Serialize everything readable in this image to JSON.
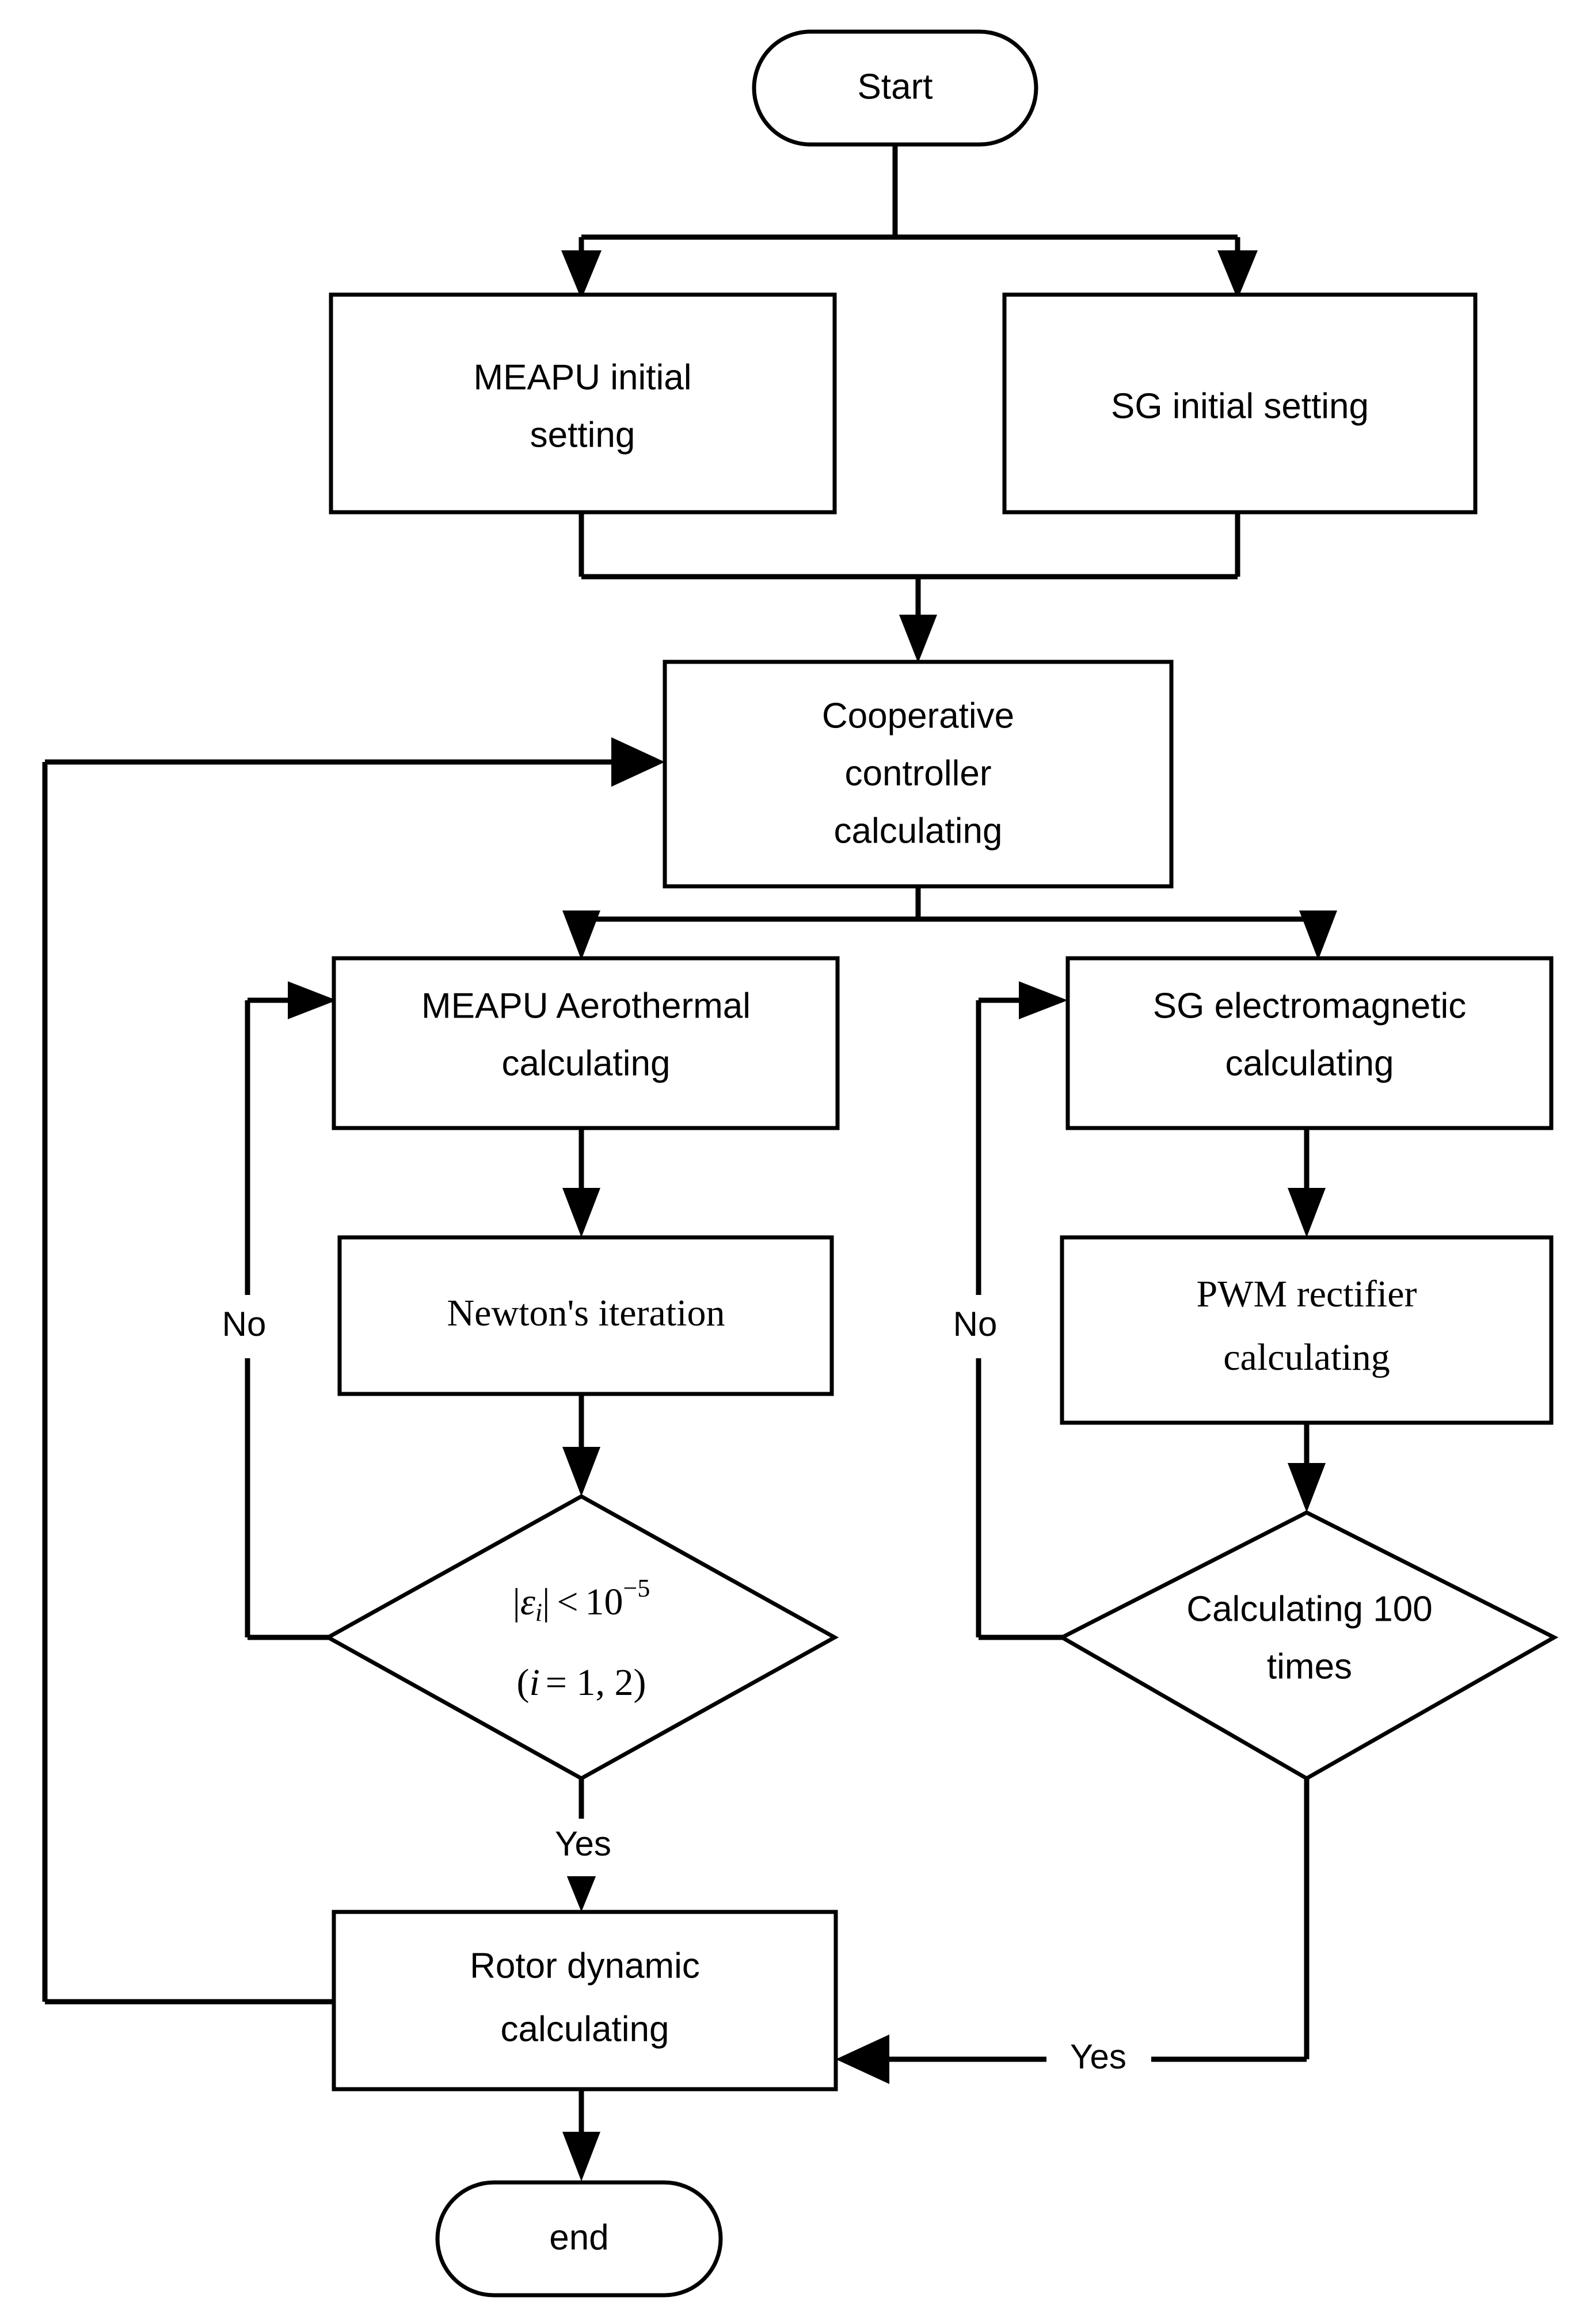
{
  "diagram": {
    "type": "flowchart",
    "title": "MEAPU / SG cooperative simulation flowchart",
    "orientation": "top-to-bottom",
    "colors": {
      "stroke": "#000000",
      "fill": "#ffffff",
      "background": "#ffffff"
    }
  },
  "nodes": {
    "start": {
      "label": "Start",
      "shape": "terminator"
    },
    "meapu_initial": {
      "label_line1": "MEAPU initial",
      "label_line2": "setting",
      "shape": "process"
    },
    "sg_initial": {
      "label": "SG initial setting",
      "shape": "process"
    },
    "cooperative": {
      "label_line1": "Cooperative",
      "label_line2": "controller",
      "label_line3": "calculating",
      "shape": "process"
    },
    "meapu_aero": {
      "label_line1": "MEAPU Aerothermal",
      "label_line2": "calculating",
      "shape": "process"
    },
    "sg_em": {
      "label_line1": "SG electromagnetic",
      "label_line2": "calculating",
      "shape": "process"
    },
    "newton": {
      "label": "Newton's iteration",
      "shape": "process"
    },
    "pwm": {
      "label_line1": "PWM rectifier",
      "label_line2": "calculating",
      "shape": "process"
    },
    "epsilon_check": {
      "shape": "decision",
      "condition_abs_open": "|",
      "condition_eps": "ε",
      "condition_sub": "i",
      "condition_abs_close": "|",
      "condition_lt": "<",
      "condition_base": "10",
      "condition_exp": "−5",
      "condition_line2": "(i = 1, 2)",
      "condition_line2_open": "(",
      "condition_line2_var": "i",
      "condition_line2_eq": "= 1, 2",
      "condition_line2_close": ")"
    },
    "count_check": {
      "label_line1": "Calculating 100",
      "label_line2": "times",
      "shape": "decision"
    },
    "rotor": {
      "label_line1": "Rotor dynamic",
      "label_line2": "calculating",
      "shape": "process"
    },
    "end": {
      "label": "end",
      "shape": "terminator"
    }
  },
  "edges": {
    "eps_no": "No",
    "eps_yes": "Yes",
    "count_no": "No",
    "count_yes": "Yes"
  }
}
